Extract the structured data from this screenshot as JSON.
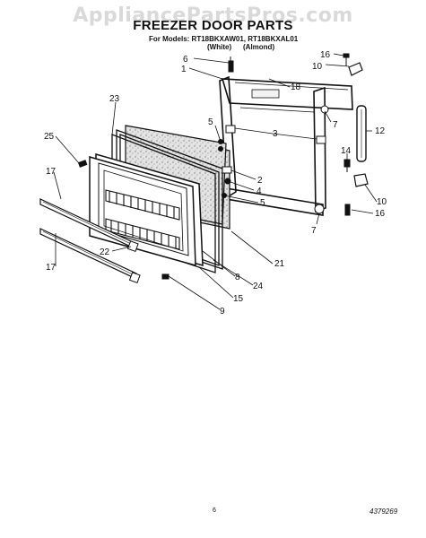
{
  "watermark": "AppliancePartsPros.com",
  "header": {
    "title": "FREEZER DOOR PARTS",
    "models": "For Models: RT18BKXAW01, RT18BKXAL01",
    "color_white": "(White)",
    "color_almond": "(Almond)"
  },
  "callouts": [
    "16",
    "6",
    "10",
    "1",
    "18",
    "23",
    "7",
    "5",
    "3",
    "12",
    "25",
    "14",
    "2",
    "4",
    "17",
    "5",
    "10",
    "7",
    "16",
    "22",
    "21",
    "8",
    "17",
    "24",
    "15",
    "9"
  ],
  "footer": {
    "page": "6",
    "doc_number": "4379269"
  }
}
